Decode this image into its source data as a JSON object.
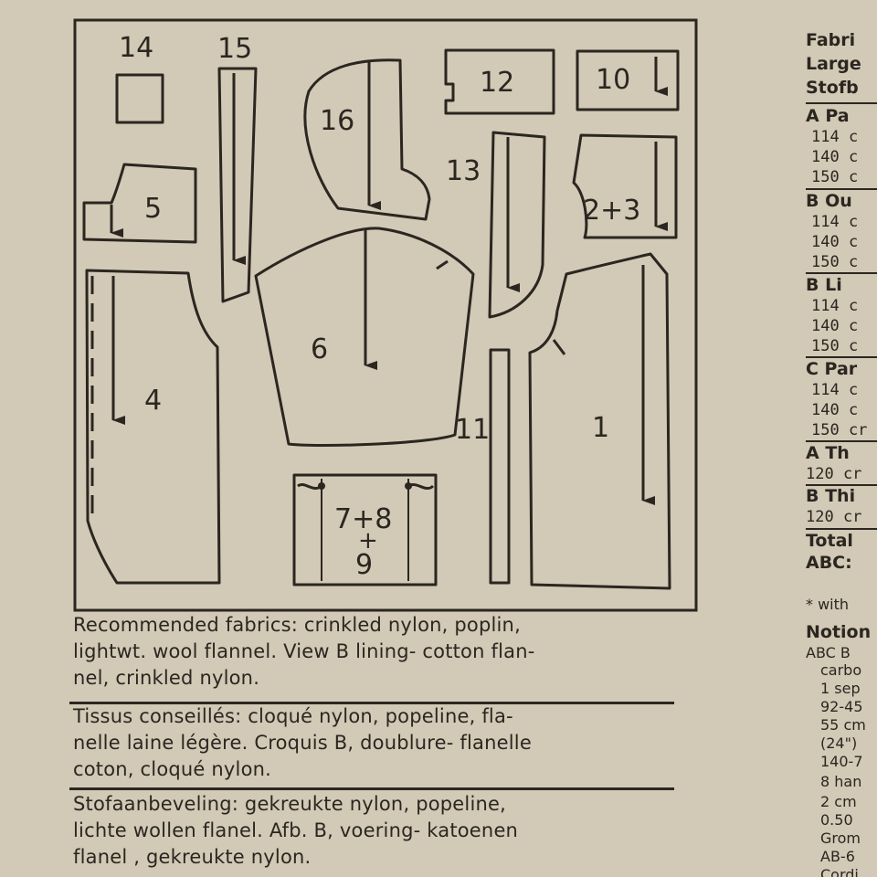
{
  "pieces": [
    {
      "id": "p14",
      "label": "14"
    },
    {
      "id": "p15",
      "label": "15"
    },
    {
      "id": "p16",
      "label": "16"
    },
    {
      "id": "p12",
      "label": "12"
    },
    {
      "id": "p10",
      "label": "10"
    },
    {
      "id": "p5",
      "label": "5"
    },
    {
      "id": "p13",
      "label": "13"
    },
    {
      "id": "p23",
      "label": "2+3"
    },
    {
      "id": "p6",
      "label": "6"
    },
    {
      "id": "p4",
      "label": "4"
    },
    {
      "id": "p11",
      "label": "11"
    },
    {
      "id": "p1",
      "label": "1"
    },
    {
      "id": "p789a",
      "label": "7+8"
    },
    {
      "id": "p789b",
      "label": "+"
    },
    {
      "id": "p789c",
      "label": "9"
    }
  ],
  "descriptions": {
    "english": [
      "Recommended fabrics: crinkled nylon, poplin,",
      "lightwt. wool flannel. View B lining- cotton flan-",
      "nel, crinkled nylon."
    ],
    "french": [
      "Tissus conseillés: cloqué nylon, popeline, fla-",
      "nelle laine légère. Croquis B, doublure- flanelle",
      "coton, cloqué nylon."
    ],
    "dutch": [
      "Stofaanbeveling: gekreukte nylon, popeline,",
      "lichte wollen flanel. Afb. B, voering- katoenen",
      "flanel , gekreukte nylon."
    ]
  },
  "right_column": {
    "header": [
      "Fabri",
      "Large",
      "Stofb"
    ],
    "sections": [
      {
        "title": "A Pa",
        "rows": [
          "114 c",
          "140 c",
          "150 c"
        ]
      },
      {
        "title": "B Ou",
        "rows": [
          "114 c",
          "140 c",
          "150 c"
        ]
      },
      {
        "title": "B Li",
        "rows": [
          "114 c",
          "140 c",
          "150 c"
        ]
      },
      {
        "title": "C Par",
        "rows": [
          "114 c",
          "140 c",
          "150 cr"
        ]
      },
      {
        "title": "A Th",
        "rows": [
          "120 cr"
        ]
      },
      {
        "title": "B Thi",
        "rows": [
          "120 cr"
        ]
      }
    ],
    "total": [
      "Total",
      "ABC:"
    ],
    "footnote": "* with",
    "notions_title": "Notion",
    "notions": [
      "ABC B",
      "carbo",
      "1 sep",
      "92-45",
      "55 cm",
      "(24\")",
      "140-7",
      "8 han",
      "2 cm",
      "0.50",
      "Grom",
      "AB-6",
      "Cordi"
    ]
  }
}
